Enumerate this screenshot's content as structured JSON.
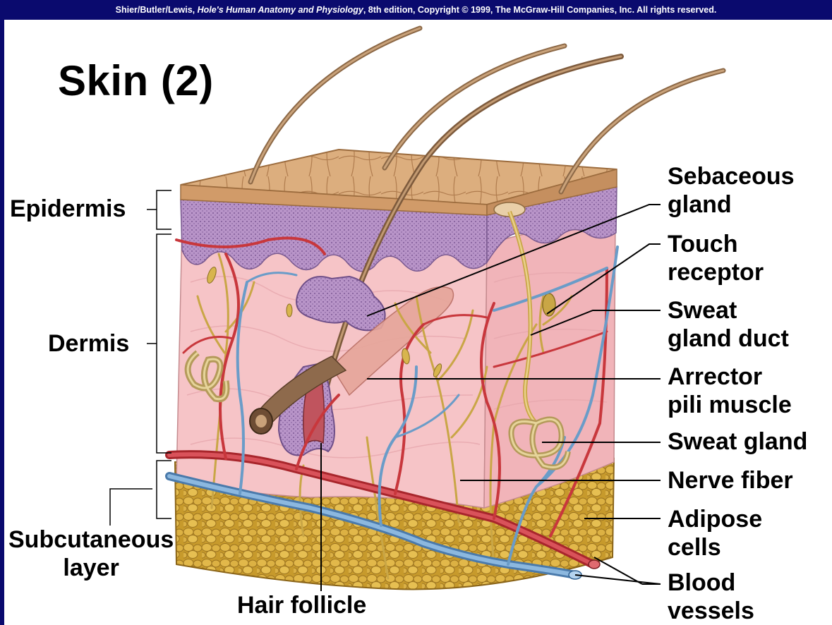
{
  "copyright": {
    "authors": "Shier/Butler/Lewis,",
    "book": "Hole's Human Anatomy and Physiology",
    "rest": ", 8th edition, Copyright © 1999, The McGraw-Hill Companies, Inc.  All rights reserved."
  },
  "title": "Skin (2)",
  "labels": {
    "epidermis": "Epidermis",
    "dermis": "Dermis",
    "subcutaneous_1": "Subcutaneous",
    "subcutaneous_2": "layer",
    "hair_follicle": "Hair follicle",
    "sebaceous_1": "Sebaceous",
    "sebaceous_2": "gland",
    "touch_1": "Touch",
    "touch_2": "receptor",
    "sweat_duct_1": "Sweat",
    "sweat_duct_2": "gland duct",
    "arrector_1": "Arrector",
    "arrector_2": "pili muscle",
    "sweat_gland": "Sweat gland",
    "nerve_fiber": "Nerve fiber",
    "adipose_1": "Adipose",
    "adipose_2": "cells",
    "blood_1": "Blood",
    "blood_2": "vessels"
  },
  "colors": {
    "background": "#0a0a6e",
    "epidermis_surface": "#d9a978",
    "epidermis_layer": "#b48fc4",
    "dermis": "#f7c9cc",
    "adipose": "#d4a93a",
    "artery": "#c8373c",
    "vein": "#6a9cc8",
    "nerve": "#c9a646",
    "hair": "#a07a5a"
  }
}
